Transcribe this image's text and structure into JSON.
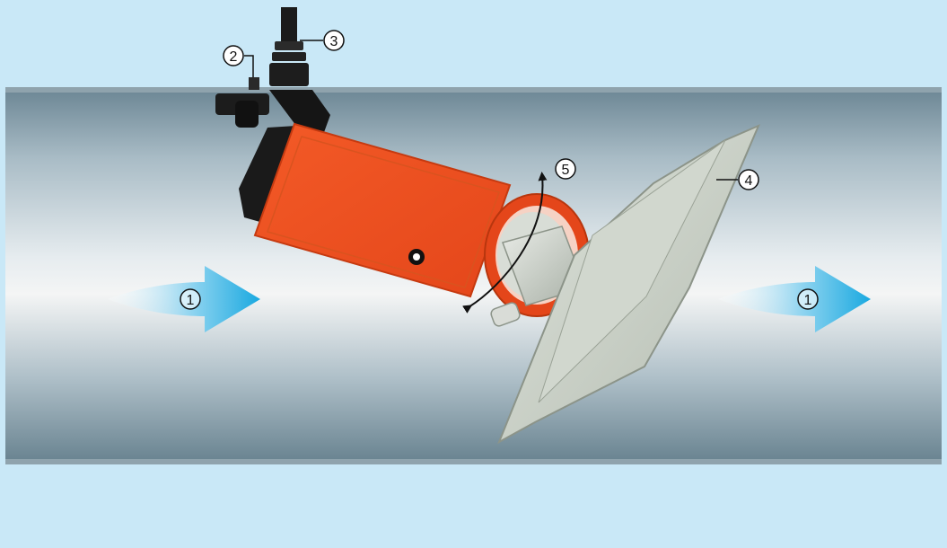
{
  "colors": {
    "background": "#c9e8f7",
    "pipe_center": "#f2f3f4",
    "pipe_edge": "#6d8796",
    "housing": "#f04e1c",
    "housing_dark": "#c63a10",
    "fitting": "#1e1e1e",
    "paddle": "#c9cfc6",
    "paddle_edge": "#8c9489",
    "flow_arrow": "#33b5e5"
  },
  "labels": {
    "flow_in": "1",
    "flow_out": "1",
    "screw": "2",
    "cable_gland": "3",
    "paddle": "4",
    "rotation": "5"
  },
  "icons": [
    "flow-arrow-icon",
    "rotation-arrow-icon",
    "screw-icon",
    "cable-gland-icon",
    "paddle-icon",
    "sensor-housing-icon"
  ]
}
